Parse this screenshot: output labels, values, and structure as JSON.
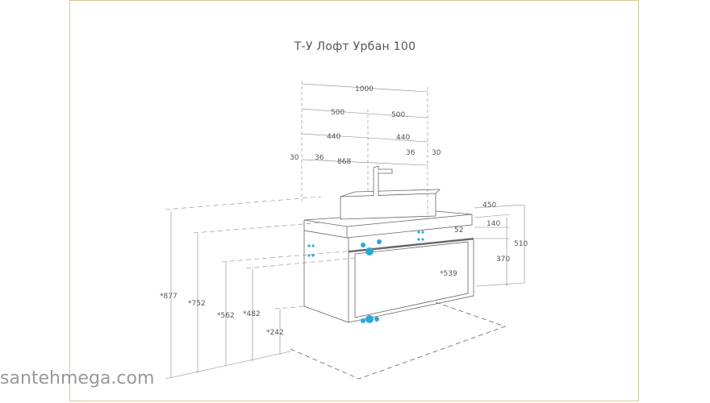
{
  "title": "Т-У Лофт Урбан 100",
  "watermark": "santehmega.com",
  "dims": {
    "w1000": "1000",
    "w500a": "500",
    "w500b": "500",
    "w440a": "440",
    "w440b": "440",
    "d30a": "30",
    "d36a": "36",
    "d868": "868",
    "d36b": "36",
    "d30b": "30",
    "d450": "450",
    "d140": "140",
    "d52": "52",
    "d510": "510",
    "d370": "370",
    "d539": "*539",
    "h877": "*877",
    "h752": "*752",
    "h562": "*562",
    "h482": "*482",
    "h242": "*242"
  },
  "colors": {
    "line": "#555555",
    "accent": "#2aa9d6",
    "frame": "#d8c79a"
  }
}
